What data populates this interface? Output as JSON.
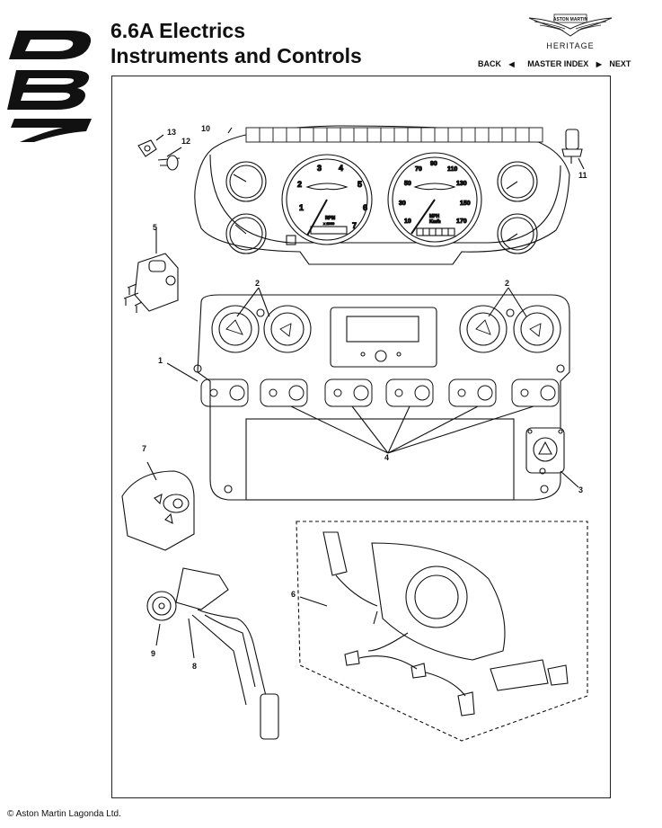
{
  "header": {
    "title_line1": "6.6A Electrics",
    "title_line2": "Instruments and Controls",
    "brand_text": "ASTON MARTIN",
    "heritage": "HERITAGE",
    "model_logo": "DB7"
  },
  "nav": {
    "back": "BACK",
    "master_index": "MASTER INDEX",
    "next": "NEXT"
  },
  "diagram": {
    "callouts": [
      "1",
      "2",
      "2",
      "3",
      "4",
      "5",
      "6",
      "7",
      "8",
      "9",
      "10",
      "11",
      "12",
      "13"
    ],
    "gauge_text": {
      "rpm": "RPM",
      "rpm_x": "x 1000",
      "mph": "MPH",
      "kmh": "Km/h",
      "tacho": [
        "1",
        "2",
        "3",
        "4",
        "5",
        "6",
        "7"
      ],
      "speedo": [
        "10",
        "30",
        "50",
        "70",
        "90",
        "110",
        "130",
        "150",
        "170"
      ]
    }
  },
  "footer": {
    "copyright": "© Aston Martin Lagonda Ltd."
  },
  "icons": {
    "back": "left-triangle-icon",
    "next": "right-triangle-icon"
  }
}
